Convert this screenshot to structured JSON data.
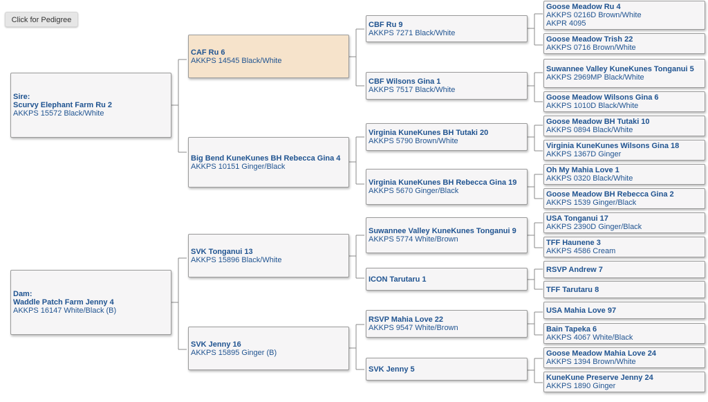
{
  "button": {
    "label": "Click for Pedigree"
  },
  "sire": {
    "role": "Sire:",
    "name": "Scurvy Elephant Farm Ru 2",
    "reg": "AKKPS 15572 Black/White"
  },
  "dam": {
    "role": "Dam:",
    "name": "Waddle Patch Farm Jenny 4",
    "reg": "AKKPS 16147 White/Black (B)"
  },
  "gen2": [
    {
      "name": "CAF Ru 6",
      "reg": "AKKPS 14545 Black/White"
    },
    {
      "name": "Big Bend KuneKunes BH Rebecca Gina 4",
      "reg": "AKKPS 10151 Ginger/Black"
    },
    {
      "name": "SVK Tonganui 13",
      "reg": "AKKPS 15896 Black/White"
    },
    {
      "name": "SVK Jenny 16",
      "reg": "AKKPS 15895 Ginger (B)"
    }
  ],
  "gen3": [
    {
      "name": "CBF Ru 9",
      "reg": "AKKPS 7271 Black/White"
    },
    {
      "name": "CBF Wilsons Gina 1",
      "reg": "AKKPS 7517 Black/White"
    },
    {
      "name": "Virginia KuneKunes BH Tutaki 20",
      "reg": "AKKPS 5790 Brown/White"
    },
    {
      "name": "Virginia KuneKunes BH Rebecca Gina 19",
      "reg": "AKKPS 5670 Ginger/Black"
    },
    {
      "name": "Suwannee Valley KuneKunes Tonganui 9",
      "reg": "AKKPS 5774 White/Brown"
    },
    {
      "name": "ICON Tarutaru 1",
      "reg": ""
    },
    {
      "name": "RSVP Mahia Love 22",
      "reg": "AKKPS 9547 White/Brown"
    },
    {
      "name": "SVK Jenny 5",
      "reg": ""
    }
  ],
  "gen4": [
    {
      "name": "Goose Meadow Ru 4",
      "reg": "AKKPS 0216D Brown/White",
      "reg2": "AKPR 4095"
    },
    {
      "name": "Goose Meadow Trish 22",
      "reg": "AKKPS 0716 Brown/White"
    },
    {
      "name": "Suwannee Valley KuneKunes Tonganui 5",
      "reg": "AKKPS 2969MP Black/White"
    },
    {
      "name": "Goose Meadow Wilsons Gina 6",
      "reg": "AKKPS 1010D Black/White"
    },
    {
      "name": "Goose Meadow BH Tutaki 10",
      "reg": "AKKPS 0894 Black/White"
    },
    {
      "name": "Virginia KuneKunes Wilsons Gina 18",
      "reg": "AKKPS 1367D Ginger"
    },
    {
      "name": "Oh My Mahia Love 1",
      "reg": "AKKPS 0320 Black/White"
    },
    {
      "name": "Goose Meadow BH Rebecca Gina 2",
      "reg": "AKKPS 1539 Ginger/Black"
    },
    {
      "name": "USA Tonganui 17",
      "reg": "AKKPS 2390D Ginger/Black"
    },
    {
      "name": "TFF Haunene 3",
      "reg": "AKKPS 4586 Cream"
    },
    {
      "name": "RSVP Andrew 7",
      "reg": ""
    },
    {
      "name": "TFF Tarutaru 8",
      "reg": ""
    },
    {
      "name": "USA Mahia Love 97",
      "reg": ""
    },
    {
      "name": "Bain Tapeka 6",
      "reg": "AKKPS 4067 White/Black"
    },
    {
      "name": "Goose Meadow Mahia Love 24",
      "reg": "AKKPS 1394 Brown/White"
    },
    {
      "name": "KuneKune Preserve Jenny 24",
      "reg": "AKKPS 1890 Ginger"
    }
  ],
  "colors": {
    "name_text": "#1f5390",
    "highlight_fill": "#f6e3cb",
    "node_fill": "#f6f5f6",
    "connector": "#8a8a8a"
  }
}
